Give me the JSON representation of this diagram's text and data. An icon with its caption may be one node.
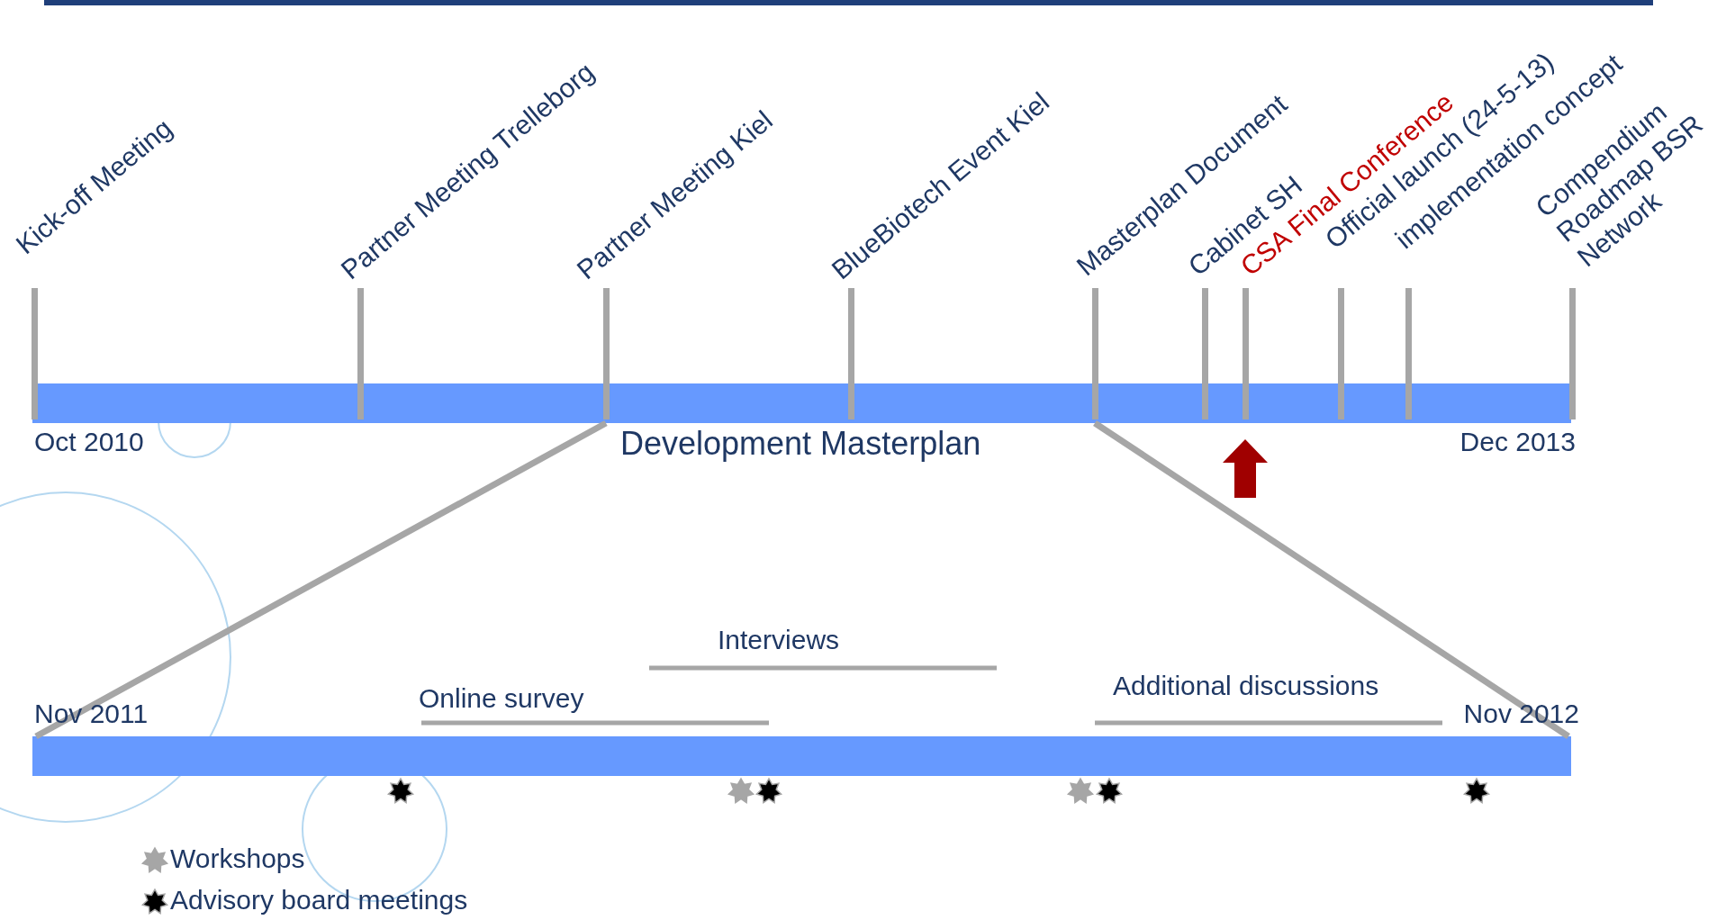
{
  "diagram": {
    "nodes": [
      {
        "text": [],
        "shape": "bar"
      },
      {
        "text": [],
        "shape": "bar"
      }
    ],
    "edges": [
      {
        "from": 0,
        "to": 1,
        "arrow": "none"
      },
      {
        "from": 0,
        "to": 1,
        "arrow": "none"
      }
    ],
    "labels": [
      "Kick-off Meeting",
      "Partner Meeting Trelleborg",
      "Partner Meeting Kiel",
      "BlueBiotech Event Kiel",
      "Masterplan Document",
      "Cabinet SH",
      "CSA Final Conference",
      "Official launch (24-5-13)",
      "implementation concept",
      "Compendium Roadmap BSR Network",
      "Oct 2010",
      "Development Masterplan",
      "Dec 2013",
      "Interviews",
      "Online survey",
      "Additional discussions",
      "Nov 2011",
      "Nov 2012"
    ],
    "legend": [
      {
        "text": "Workshops"
      },
      {
        "text": "Advisory board meetings"
      }
    ]
  }
}
